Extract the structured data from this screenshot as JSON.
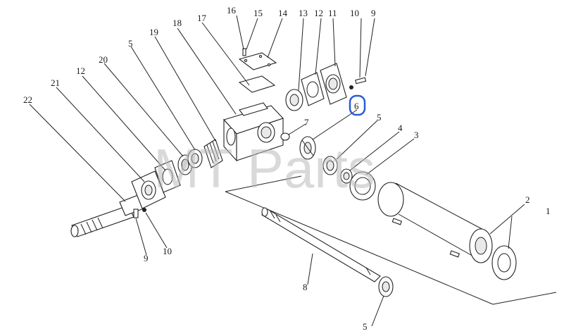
{
  "diagram": {
    "watermark": "MT Parts",
    "highlighted_label": "6",
    "highlight_color": "#2a5bd7",
    "callouts": [
      "1",
      "2",
      "3",
      "4",
      "5",
      "5",
      "5",
      "6",
      "7",
      "8",
      "9",
      "9",
      "10",
      "10",
      "11",
      "12",
      "12",
      "13",
      "14",
      "15",
      "16",
      "17",
      "18",
      "19",
      "20",
      "21",
      "22"
    ]
  }
}
